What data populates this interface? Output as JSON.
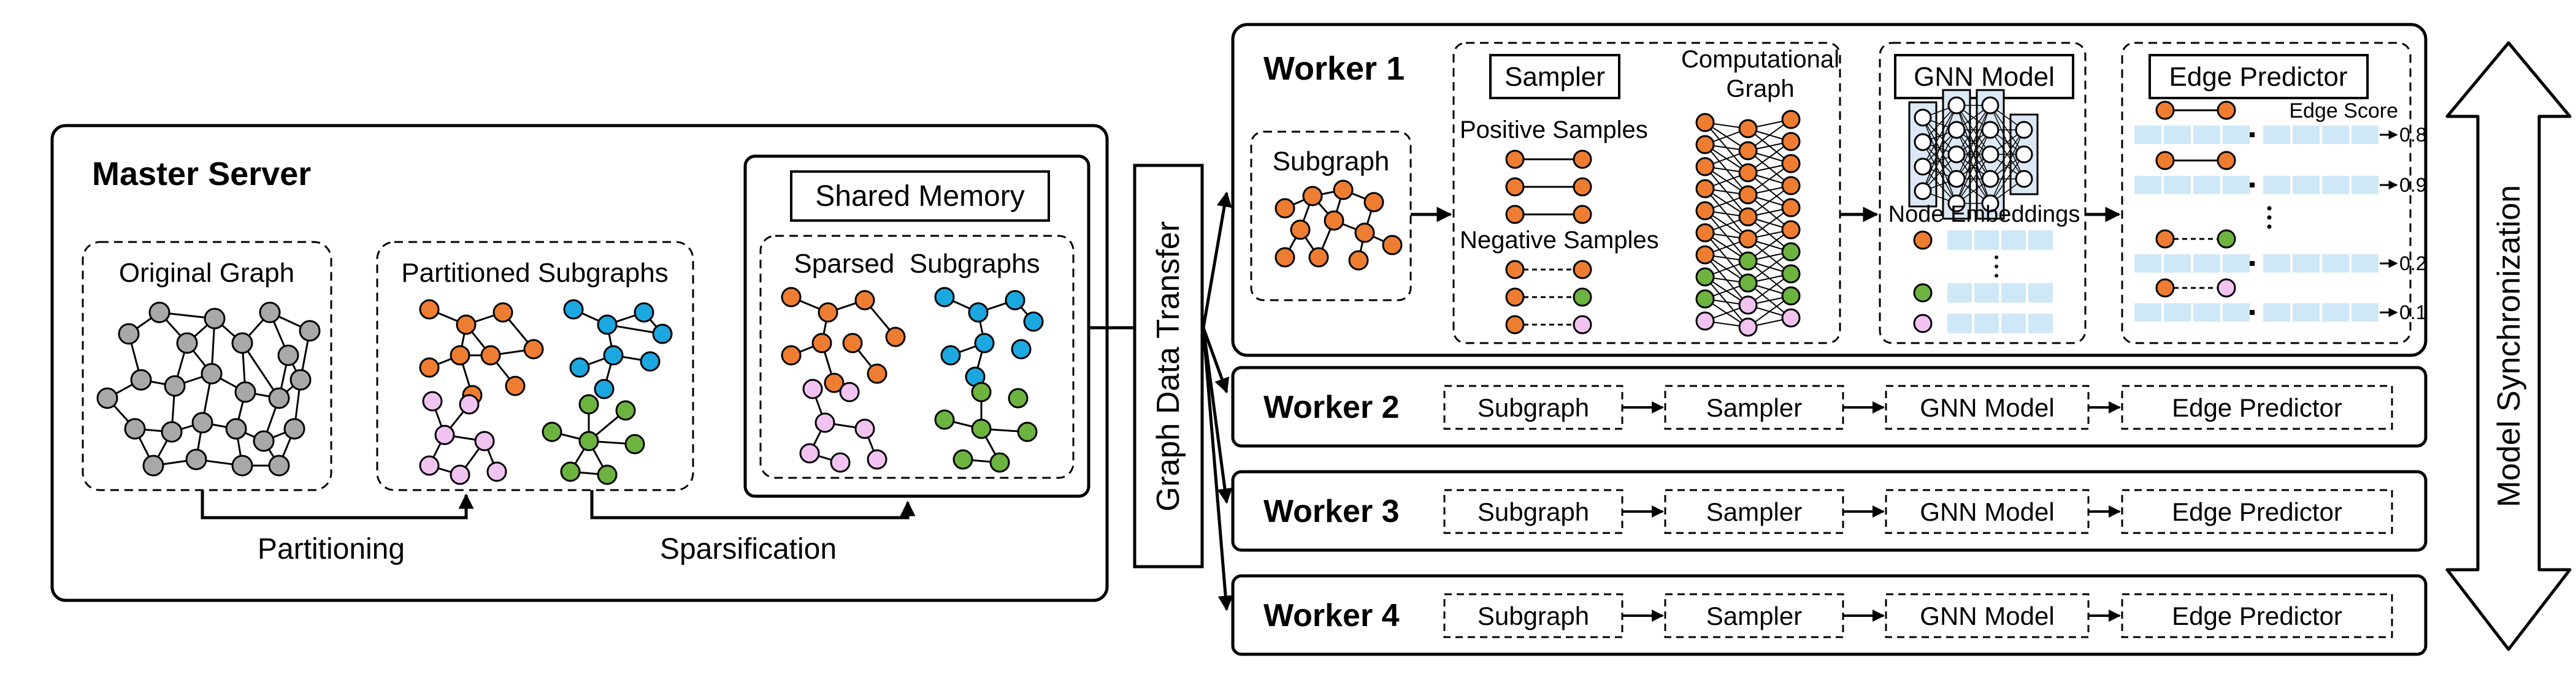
{
  "master": {
    "title": "Master Server",
    "original_graph": "Original Graph",
    "partitioned_subgraphs": "Partitioned Subgraphs",
    "shared_memory": "Shared Memory",
    "sparsed_subgraphs": "Sparsed  Subgraphs",
    "partitioning": "Partitioning",
    "sparsification": "Sparsification"
  },
  "transfer_label": "Graph Data Transfer",
  "sync_label": "Model Synchronization",
  "worker1": {
    "title": "Worker 1",
    "subgraph": "Subgraph",
    "sampler": "Sampler",
    "computational": "Computational",
    "graph": "Graph",
    "positive_samples": "Positive Samples",
    "negative_samples": "Negative Samples",
    "gnn_model": "GNN Model",
    "node_embeddings": "Node Embeddings",
    "edge_predictor": "Edge Predictor",
    "edge_score": "Edge Score",
    "scores": [
      "0.8",
      "0.9",
      "0.2",
      "0.1"
    ]
  },
  "workers": [
    {
      "title": "Worker 2",
      "steps": [
        "Subgraph",
        "Sampler",
        "GNN Model",
        "Edge Predictor"
      ]
    },
    {
      "title": "Worker 3",
      "steps": [
        "Subgraph",
        "Sampler",
        "GNN Model",
        "Edge Predictor"
      ]
    },
    {
      "title": "Worker 4",
      "steps": [
        "Subgraph",
        "Sampler",
        "GNN Model",
        "Edge Predictor"
      ]
    }
  ],
  "colors": {
    "gray": "#a8a8a8",
    "orange": "#ee7d31",
    "blue": "#1ba7e0",
    "pink": "#f1c3f1",
    "green": "#6cb33f",
    "embedding": "#cfe8f7",
    "gnn_layer": "#dce8f5"
  }
}
